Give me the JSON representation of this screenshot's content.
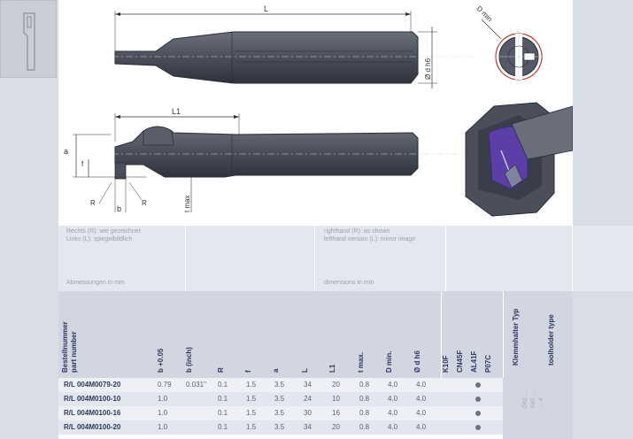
{
  "drawing": {
    "dim_L": "L",
    "dim_L1": "L1",
    "dim_dh6": "Ø d h6",
    "dim_dmin": "D min",
    "dim_a": "a",
    "dim_f": "f",
    "dim_R": "R",
    "dim_b": "b",
    "dim_tmax": "t max"
  },
  "notes": {
    "rotation_de": "Rechts (R): wie gezeichnet",
    "rotation_de2": "Links (L): spiegelbildlich",
    "dimensions_de": "Abmessungen in mm",
    "rotation_en": "righthand (R): as shown",
    "rotation_en2": "lefthand version (L): mirror image",
    "dimensions_en": "dimensions in mm"
  },
  "table": {
    "headers": {
      "partnum_de": "Bestellnummer",
      "partnum_en": "part number",
      "b_tol": "b +0.05",
      "b_inch": "b (inch)",
      "R": "R",
      "f": "f",
      "a": "a",
      "L": "L",
      "L1": "L1",
      "tmax": "t max.",
      "Dmin": "D min.",
      "dh6": "Ø d h6",
      "g1": "K10F",
      "g2": "CN45F",
      "g3": "AL41F",
      "g4": "P07C",
      "holder_de": "Klemmhalter Typ",
      "holder_en": "toolholder type"
    },
    "rows": [
      {
        "part": "R/L 004M0079-20",
        "b": "0.79",
        "b_inch": "0.031\"",
        "R": "0.1",
        "f": "1.5",
        "a": "3.5",
        "L": "34",
        "L1": "20",
        "tmax": "0.8",
        "Dmin": "4.0",
        "dh6": "4.0",
        "grade": "AL41F"
      },
      {
        "part": "R/L 004M0100-10",
        "b": "1.0",
        "b_inch": "",
        "R": "0.1",
        "f": "1.5",
        "a": "3.5",
        "L": "24",
        "L1": "10",
        "tmax": "0.8",
        "Dmin": "4.0",
        "dh6": "4.0",
        "grade": "AL41F"
      },
      {
        "part": "R/L 004M0100-16",
        "b": "1.0",
        "b_inch": "",
        "R": "0.1",
        "f": "1.5",
        "a": "3.5",
        "L": "30",
        "L1": "16",
        "tmax": "0.8",
        "Dmin": "4.0",
        "dh6": "4.0",
        "grade": "AL41F"
      },
      {
        "part": "R/L 004M0100-20",
        "b": "1.0",
        "b_inch": "",
        "R": "0.1",
        "f": "1.5",
        "a": "3.5",
        "L": "34",
        "L1": "20",
        "tmax": "0.8",
        "Dmin": "4.0",
        "dh6": "4.0",
        "grade": "AL41F"
      }
    ],
    "holder_values": [
      "640 ...",
      "645 ...",
      "... 4"
    ]
  }
}
